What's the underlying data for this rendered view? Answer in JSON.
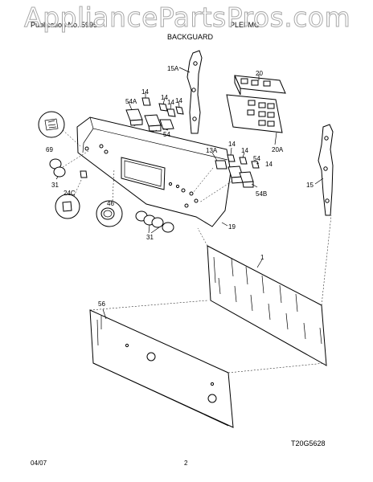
{
  "header": {
    "left_text": "Publication No. 5995",
    "right_text": "PLEFMG",
    "section_title": "BACKGUARD"
  },
  "watermark": "AppliancePartsPros.com",
  "diagram_code": "T20G5628",
  "callouts": {
    "c15A": "15A",
    "c20": "20",
    "c14a": "14",
    "c54A": "54A",
    "c14b": "14",
    "c14c": "14",
    "c14d": "14",
    "c54": "54",
    "c69": "69",
    "c20A": "20A",
    "c13A": "13A",
    "c14e": "14",
    "c14f": "14",
    "c54b": "54",
    "c14g": "14",
    "c15": "15",
    "c54B": "54B",
    "c31a": "31",
    "c24C": "24C",
    "c46": "46",
    "c19": "19",
    "c31b": "31",
    "c1": "1",
    "c56": "56"
  },
  "footer": {
    "date": "04/07",
    "page": "2"
  }
}
